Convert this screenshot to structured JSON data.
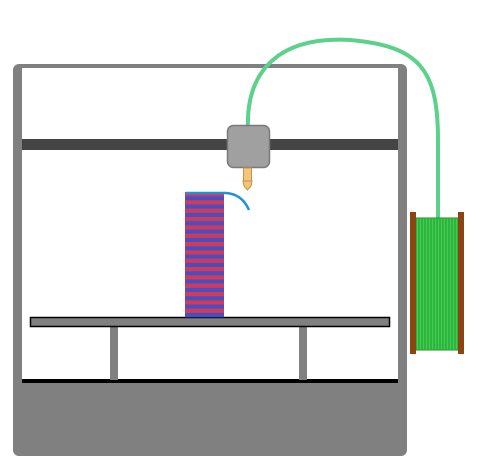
{
  "illustration": {
    "subject": "3d-printer",
    "colors": {
      "background": "#ffffff",
      "frame": "#808080",
      "frame_dark": "#6e6e6e",
      "gantry_rail": "#444444",
      "print_head": "#a0a0a0",
      "print_head_border": "#7a7a7a",
      "nozzle": "#f2c57c",
      "nozzle_border": "#c8943f",
      "build_plate": "#808080",
      "build_plate_border": "#000000",
      "floor_line": "#000000",
      "print_stripe_a": "#d23a5a",
      "print_stripe_b": "#4a4fbf",
      "extrusion": "#1e90e0",
      "filament_tube": "#5bd18b",
      "spool_filament": "#3ecf4e",
      "spool_line": "#1f8a2a",
      "spool_flange": "#8b4513"
    },
    "printed_object": {
      "layer_count": 30
    },
    "spool": {
      "winding_count": 14
    }
  }
}
